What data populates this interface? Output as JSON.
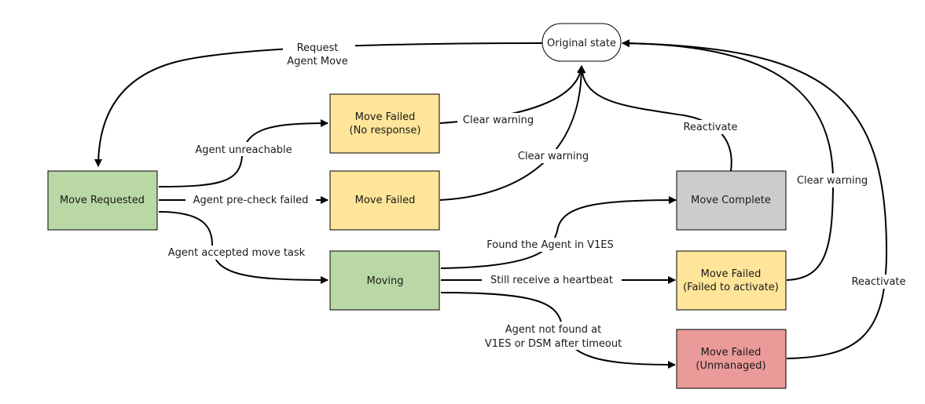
{
  "nodes": {
    "original": {
      "label": "Original state",
      "color": "#ffffff"
    },
    "requested": {
      "label": "Move Requested",
      "color": "#b9d8a6"
    },
    "failed_noresp": {
      "lines": [
        "Move Failed",
        "(No response)"
      ],
      "color": "#fee59a"
    },
    "failed": {
      "label": "Move Failed",
      "color": "#fee59a"
    },
    "moving": {
      "label": "Moving",
      "color": "#b9d8a6"
    },
    "complete": {
      "label": "Move Complete",
      "color": "#cccccc"
    },
    "failed_activate": {
      "lines": [
        "Move Failed",
        "(Failed to activate)"
      ],
      "color": "#fee59a"
    },
    "unmanaged": {
      "lines": [
        "Move Failed",
        "(Unmanaged)"
      ],
      "color": "#ea9a98"
    }
  },
  "edges": {
    "request_move": [
      "Request",
      "Agent Move"
    ],
    "unreachable": "Agent unreachable",
    "precheck": "Agent pre-check failed",
    "accepted": "Agent accepted move task",
    "clear1": "Clear warning",
    "clear2": "Clear warning",
    "clear3": "Clear warning",
    "reactivate1": "Reactivate",
    "reactivate2": "Reactivate",
    "found": "Found the Agent in V1ES",
    "heartbeat": "Still receive a heartbeat",
    "notfound": [
      "Agent not found at",
      "V1ES or DSM after timeout"
    ]
  }
}
